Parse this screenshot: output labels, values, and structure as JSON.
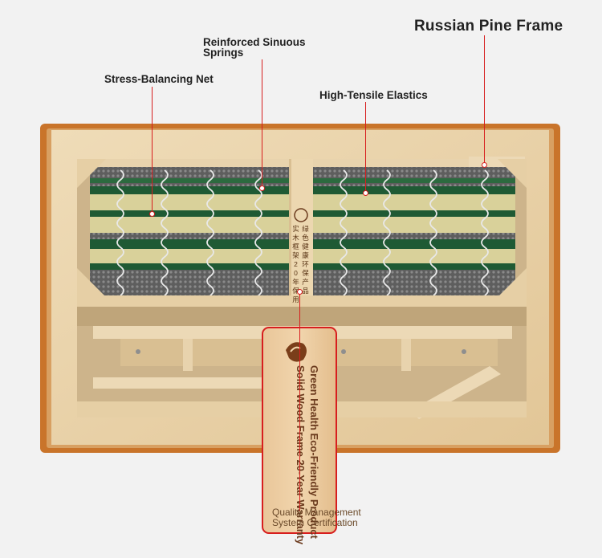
{
  "labels": {
    "frame": "Russian Pine Frame",
    "springs_line1": "Reinforced Sinuous",
    "springs_line2": "Springs",
    "net": "Stress-Balancing Net",
    "elastics": "High-Tensile Elastics",
    "quality_line1": "Quality Management",
    "quality_line2": "System Certification"
  },
  "tag": {
    "line1": "Green Health Eco-Friendly Product",
    "line2": "Solid Wood Frame 20-Year Warranty"
  },
  "stamp": {
    "col1": "绿色健康环保产品",
    "col2": "实木框架20年保用"
  },
  "colors": {
    "callout": "#d71e1e",
    "outer_frame": "#c9742a",
    "wood": "#e9d2a8",
    "green_elastic": "#1f5a34",
    "yellow_elastic": "#d9d19a",
    "net": "#6c6c6c"
  }
}
